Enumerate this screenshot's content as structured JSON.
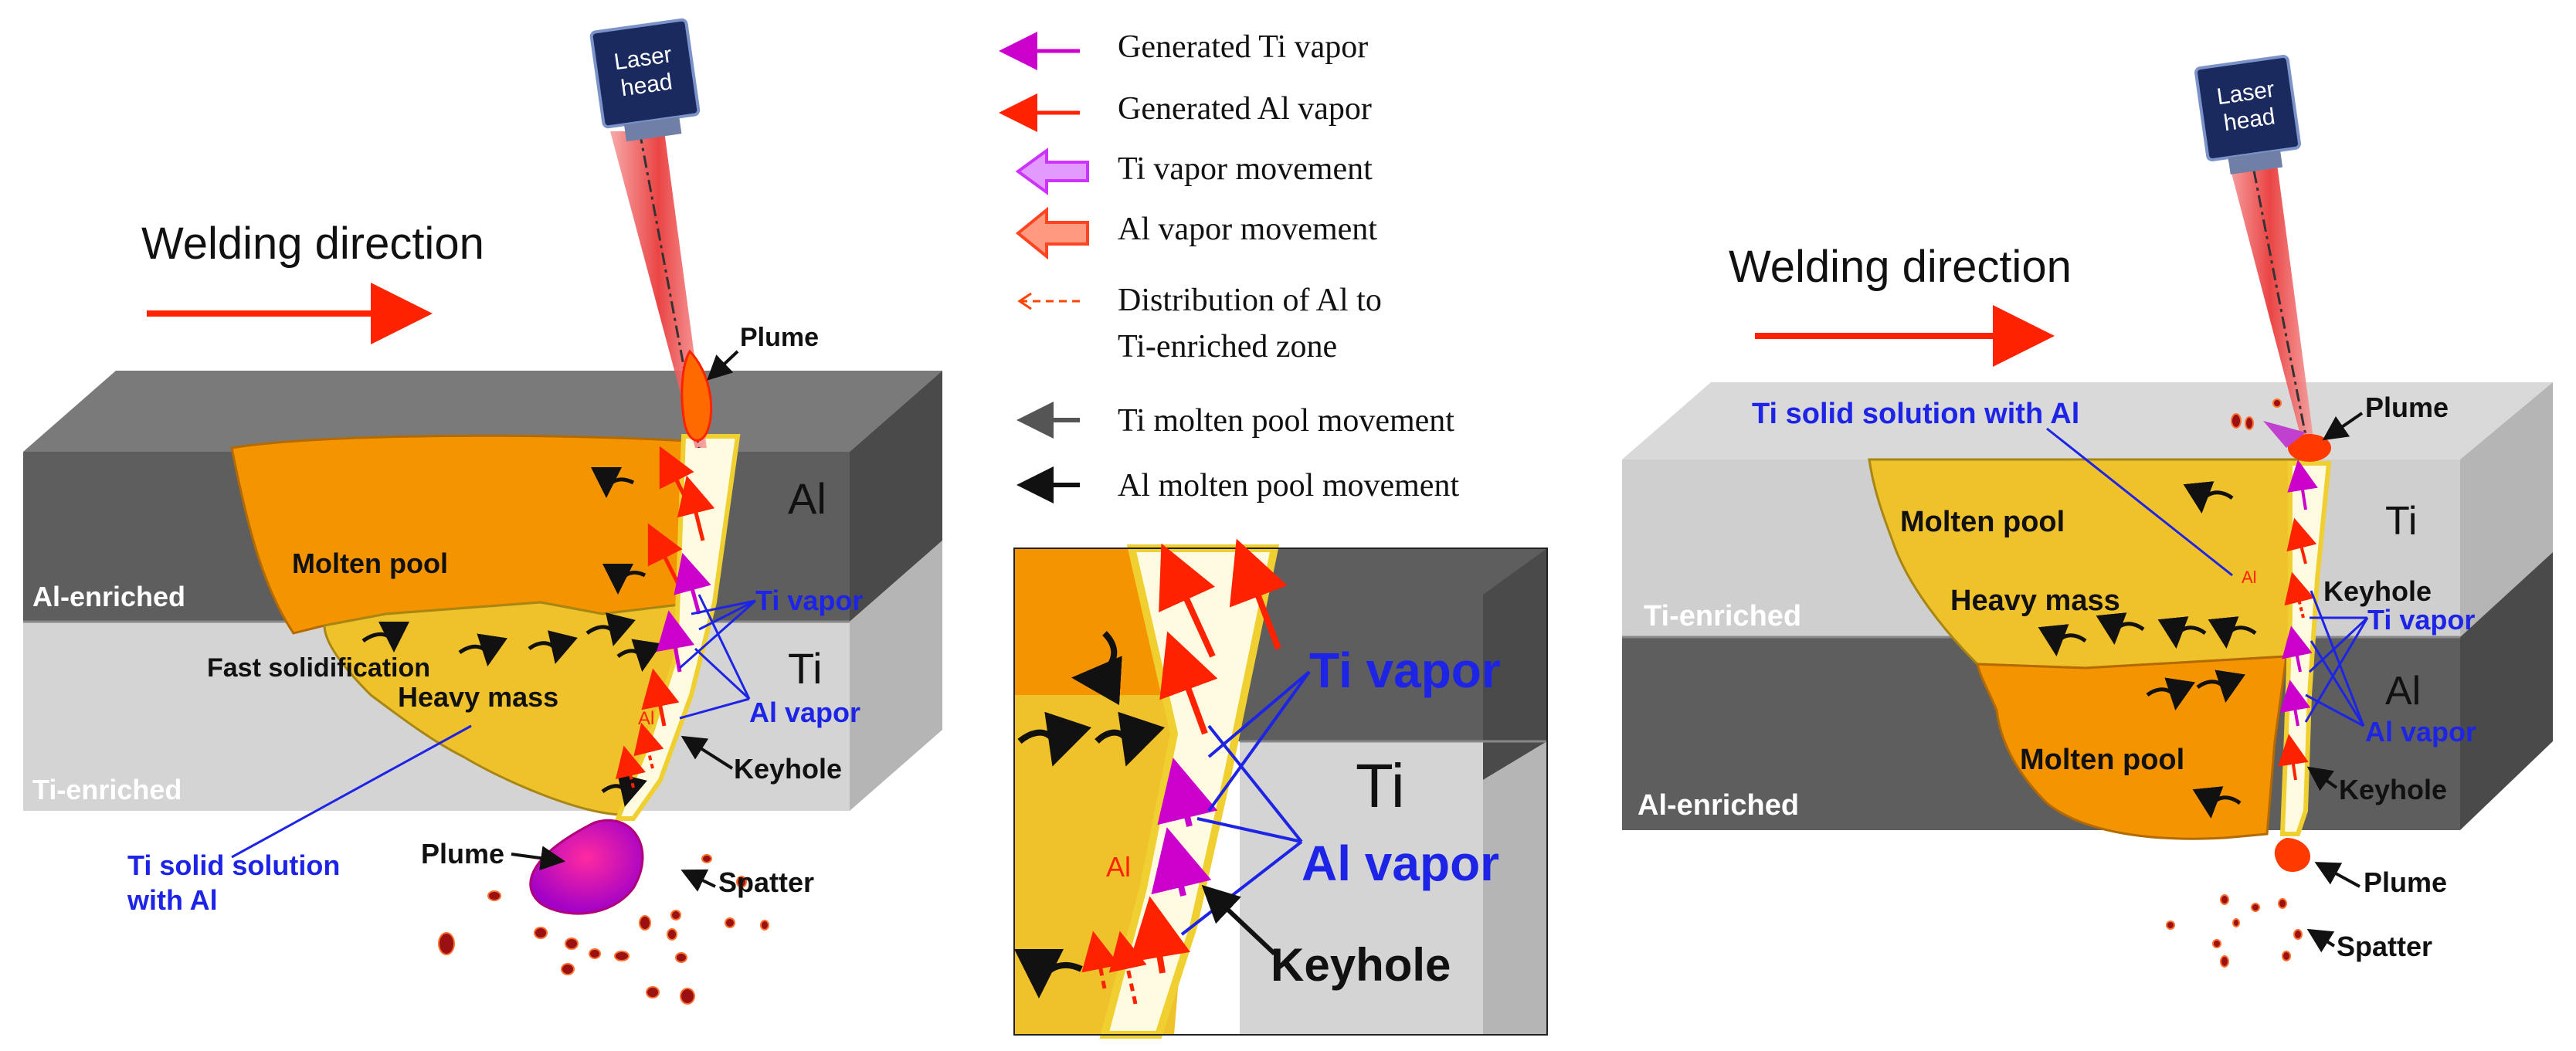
{
  "left_panel": {
    "welding_direction": "Welding direction",
    "laser_head_line1": "Laser",
    "laser_head_line2": "head",
    "plume_top": "Plume",
    "plume_bottom": "Plume",
    "layer_top_label": "Al",
    "layer_bottom_label": "Ti",
    "al_enriched": "Al-enriched",
    "ti_enriched": "Ti-enriched",
    "molten_pool": "Molten pool",
    "fast_solidification": "Fast solidification",
    "heavy_mass": "Heavy mass",
    "ti_vapor": "Ti vapor",
    "al_vapor": "Al vapor",
    "keyhole": "Keyhole",
    "al_small": "Al",
    "solid_solution_line1": "Ti solid solution",
    "solid_solution_line2": "with Al",
    "spatter": "Spatter"
  },
  "legend": {
    "items": [
      {
        "label": "Generated Ti vapor",
        "color": "#cc00cc"
      },
      {
        "label": "Generated Al vapor",
        "color": "#ff2200"
      },
      {
        "label": "Ti vapor movement",
        "color": "#cc33ff"
      },
      {
        "label": "Al vapor movement",
        "color": "#ff4422"
      },
      {
        "label_line1": "Distribution of  Al to",
        "label_line2": "Ti-enriched zone",
        "color": "#ff4400"
      },
      {
        "label": "Ti molten pool movement",
        "color": "#555555"
      },
      {
        "label": "Al molten pool movement",
        "color": "#111111"
      }
    ]
  },
  "zoom_panel": {
    "ti_vapor": "Ti vapor",
    "al_vapor": "Al vapor",
    "keyhole": "Keyhole",
    "ti_label": "Ti",
    "al_small": "Al"
  },
  "right_panel": {
    "welding_direction": "Welding direction",
    "laser_head_line1": "Laser",
    "laser_head_line2": "head",
    "plume_top": "Plume",
    "plume_bottom": "Plume",
    "solid_solution": "Ti solid solution with Al",
    "molten_pool_top": "Molten pool",
    "molten_pool_bottom": "Molten pool",
    "heavy_mass": "Heavy mass",
    "keyhole_top": "Keyhole",
    "keyhole_bottom": "Keyhole",
    "ti_vapor": "Ti vapor",
    "al_vapor": "Al vapor",
    "layer_top_label": "Ti",
    "layer_bottom_label": "Al",
    "ti_enriched": "Ti-enriched",
    "al_enriched": "Al-enriched",
    "al_small": "Al",
    "spatter": "Spatter"
  },
  "colors": {
    "al_layer_dark": "#5e5e5e",
    "ti_layer_light": "#d4d4d4",
    "molten_orange": "#f39400",
    "heavy_yellow": "#efc12a",
    "vapor_blue": "#1d24e6",
    "laser_red": "#f05050",
    "head_navy": "#1b2a5e"
  }
}
